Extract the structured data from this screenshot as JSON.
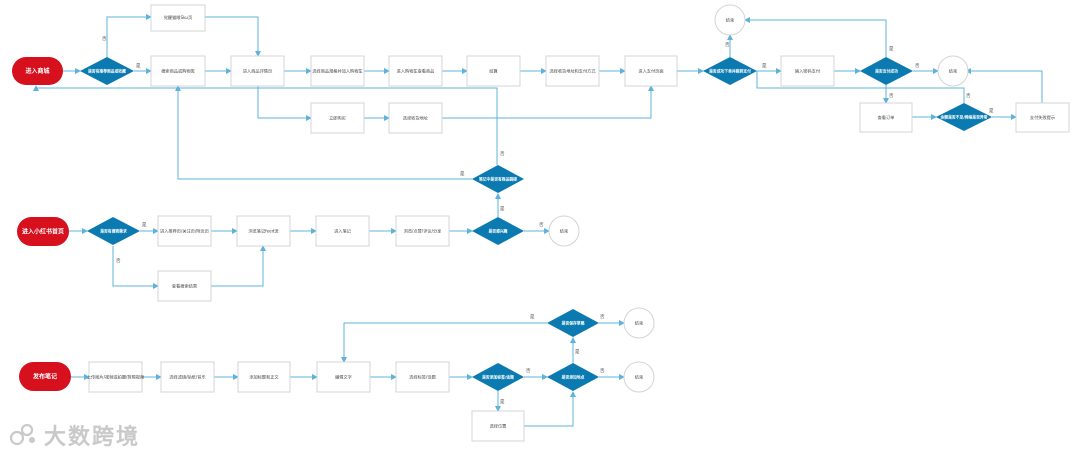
{
  "colors": {
    "line": "#5fb3d9",
    "diamond": "#0a7ab0",
    "start": "#d7101e",
    "box_border": "#d4d4d4",
    "text": "#444444"
  },
  "starts": {
    "s1": "进入商城",
    "s2": "进入小红书首页",
    "s3": "发布笔记"
  },
  "boxes": {
    "b_top": "觉醒猫眼Sku页",
    "b1": "搜索商品或购物类",
    "b2": "进入商品详情页",
    "b3": "选择商品规格并加入购物车",
    "b4": "进入购物车查看商品",
    "b5": "结算",
    "b6": "选择收货地址和支付方式",
    "b7": "进入支付页面",
    "b8": "输入密码支付",
    "b9": "查看订单",
    "b10": "支付失败提示",
    "b11": "立即购买",
    "b12": "选择收货地址",
    "r2b1": "进入推荐页/关注页/附近页",
    "r2b2": "浏览笔记feed流",
    "r2b3": "进入笔记",
    "r2b4": "浏览/点赞/评论/分享",
    "r2b5": "查看搜索结果",
    "r3b1": "上传图片/视频或拍摄/剪辑视频",
    "r3b2": "选择滤镜/贴纸/音乐",
    "r3b3": "添加标题和正文",
    "r3b4": "编辑文字",
    "r3b5": "选择标签/话题",
    "r3b6": "选择位置"
  },
  "diamonds": {
    "d1": "是否有推荐商品或收藏",
    "d2": "是否成功下单并跳转支付",
    "d3": "是否支付成功",
    "d4": "余额是否不足/网络是否异常",
    "d5": "笔记中是否有商品链接",
    "d6": "是否有搜索需求",
    "d7": "是否感兴趣",
    "d8": "是否添加标签/话题",
    "d9": "是否添加地点",
    "d10": "是否保存草稿"
  },
  "circles": {
    "c1": "结束",
    "c2": "结束",
    "c3": "结束",
    "c4": "结束",
    "c5": "结束"
  },
  "labels": {
    "yes": "是",
    "no": "否"
  },
  "watermark": {
    "text": "大数跨境"
  }
}
